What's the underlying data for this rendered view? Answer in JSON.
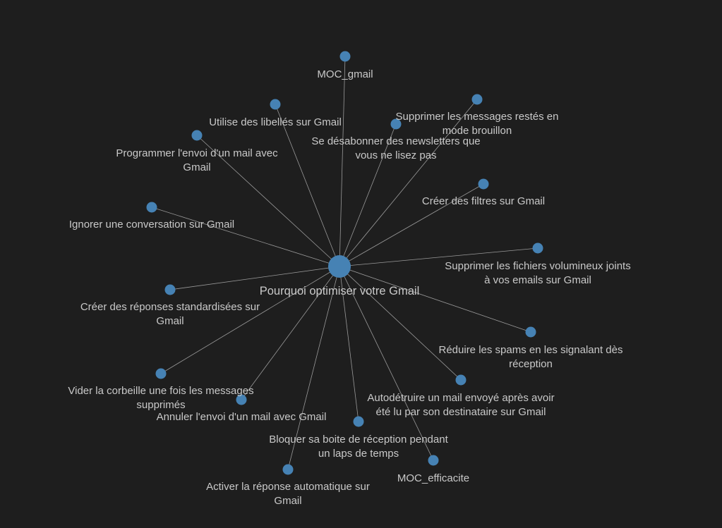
{
  "graph": {
    "center": {
      "label": "Pourquoi optimiser votre Gmail"
    },
    "colors": {
      "background": "#1e1e1e",
      "node": "#4682b4",
      "edge": "#9a9a9a",
      "label": "#c9c9c9"
    },
    "nodes": [
      {
        "id": "moc-gmail",
        "lines": [
          "MOC_gmail"
        ]
      },
      {
        "id": "libelles",
        "lines": [
          "Utilise des libellés sur Gmail"
        ]
      },
      {
        "id": "supprimer-brouillon",
        "lines": [
          "Supprimer les messages restés en",
          "mode brouillon"
        ]
      },
      {
        "id": "desabonner",
        "lines": [
          "Se désabonner des newsletters que",
          "vous ne lisez pas"
        ]
      },
      {
        "id": "programmer",
        "lines": [
          "Programmer l'envoi d'un mail avec",
          "Gmail"
        ]
      },
      {
        "id": "filtres",
        "lines": [
          "Créer des filtres sur Gmail"
        ]
      },
      {
        "id": "ignorer",
        "lines": [
          "Ignorer une conversation sur Gmail"
        ]
      },
      {
        "id": "fichiers-volumineux",
        "lines": [
          "Supprimer les fichiers volumineux joints",
          "à vos emails sur Gmail"
        ]
      },
      {
        "id": "reponses-standard",
        "lines": [
          "Créer des réponses standardisées sur",
          "Gmail"
        ]
      },
      {
        "id": "spams",
        "lines": [
          "Réduire les spams en les signalant dès",
          "réception"
        ]
      },
      {
        "id": "corbeille",
        "lines": [
          "Vider la corbeille une fois les messages",
          "supprimés"
        ]
      },
      {
        "id": "autodetruire",
        "lines": [
          "Autodétruire un mail envoyé après avoir",
          "été lu par son destinataire sur Gmail"
        ]
      },
      {
        "id": "annuler-envoi",
        "lines": [
          "Annuler l'envoi d'un mail avec Gmail"
        ]
      },
      {
        "id": "bloquer",
        "lines": [
          "Bloquer sa boite de réception pendant",
          "un laps de temps"
        ]
      },
      {
        "id": "moc-efficacite",
        "lines": [
          "MOC_efficacite"
        ]
      },
      {
        "id": "reponse-auto",
        "lines": [
          "Activer la réponse automatique sur",
          "Gmail"
        ]
      }
    ]
  }
}
